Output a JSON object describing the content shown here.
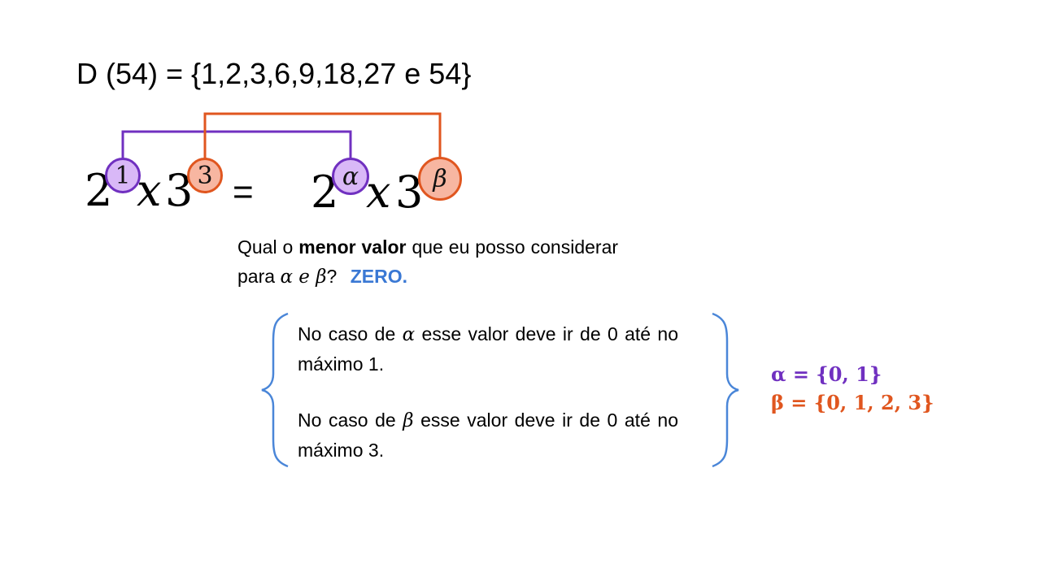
{
  "title": "D (54) = {1,2,3,6,9,18,27 e 54}",
  "equation": {
    "left_base1": "2",
    "left_exp1": "1",
    "times_left": "x",
    "left_base2": "3",
    "left_exp2": "3",
    "equals": "=",
    "right_base1": "2",
    "right_exp1": "α",
    "times_right": "x",
    "right_base2": "3",
    "right_exp2": "β"
  },
  "question": {
    "part1": "Qual o",
    "bold": "menor valor",
    "part2": "que eu posso considerar para",
    "vars": "α e β",
    "end": "?",
    "answer": "ZERO."
  },
  "cases": [
    {
      "prefix": "No caso de",
      "var": "α",
      "text": "esse valor deve ir de 0 até no máximo 1."
    },
    {
      "prefix": "No caso de",
      "var": "β",
      "text": "esse valor deve ir de 0 até no máximo 3."
    }
  ],
  "sets": {
    "alpha": "α = {0, 1}",
    "beta": "β = {0, 1, 2, 3}"
  },
  "colors": {
    "purple": "#7030c0",
    "orange": "#e0561f",
    "blue": "#3a78d4"
  }
}
